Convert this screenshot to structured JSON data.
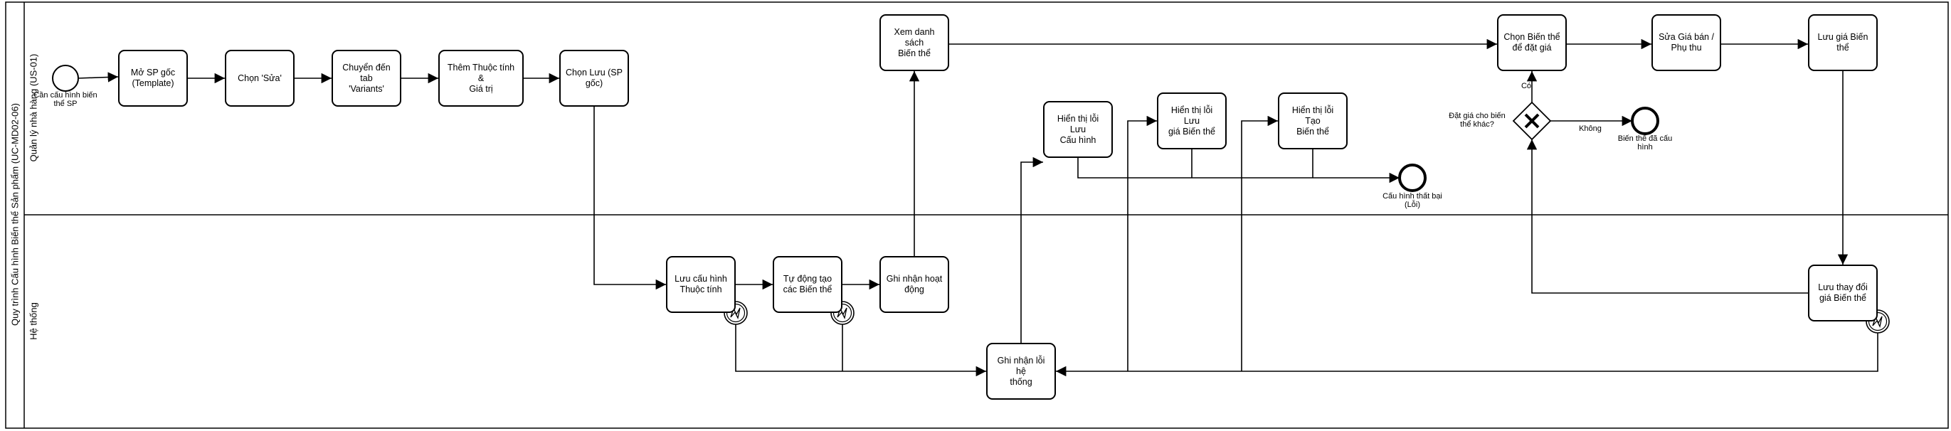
{
  "pool": {
    "title": "Quy trình Cấu hình Biến thể Sản phẩm (UC-MD02-06)"
  },
  "lanes": [
    {
      "id": "admin",
      "title": "Quản lý nhà hàng (US-01)"
    },
    {
      "id": "system",
      "title": "Hệ thống"
    }
  ],
  "tasks": [
    {
      "id": "t_open",
      "type": "user",
      "label": "Mở SP gốc\n(Template)"
    },
    {
      "id": "t_edit",
      "type": "user",
      "label": "Chọn 'Sửa'"
    },
    {
      "id": "t_variants_tab",
      "type": "user",
      "label": "Chuyển đến tab\n'Variants'"
    },
    {
      "id": "t_add_attr",
      "type": "user",
      "label": "Thêm Thuộc tính &\nGiá trị"
    },
    {
      "id": "t_save",
      "type": "user",
      "label": "Chọn Lưu (SP\ngốc)"
    },
    {
      "id": "t_view_list",
      "type": "user",
      "label": "Xem danh sách\nBiến thể"
    },
    {
      "id": "t_err_config",
      "type": "user",
      "label": "Hiển thị lỗi Lưu\nCấu hình"
    },
    {
      "id": "t_err_price",
      "type": "user",
      "label": "Hiển thị lỗi Lưu\ngiá Biến thể"
    },
    {
      "id": "t_err_create",
      "type": "user",
      "label": "Hiển thị lỗi Tạo\nBiến thể"
    },
    {
      "id": "t_pick_variant",
      "type": "user",
      "label": "Chọn Biến thể\nđể đặt giá"
    },
    {
      "id": "t_edit_price",
      "type": "user",
      "label": "Sửa Giá bán /\nPhụ thu"
    },
    {
      "id": "t_save_price",
      "type": "user",
      "label": "Lưu giá Biến\nthể"
    },
    {
      "id": "t_sys_save_attr",
      "type": "service",
      "label": "Lưu cấu hình\nThuộc tính"
    },
    {
      "id": "t_sys_gen",
      "type": "service",
      "label": "Tự động tạo\ncác Biến thể"
    },
    {
      "id": "t_sys_log",
      "type": "service",
      "label": "Ghi nhận hoạt\nđộng"
    },
    {
      "id": "t_sys_err",
      "type": "service",
      "label": "Ghi nhận lỗi hệ\nthống"
    },
    {
      "id": "t_sys_save_price",
      "type": "service",
      "label": "Lưu thay đổi\ngiá Biến thể"
    }
  ],
  "events": {
    "start": "Cần cấu hình biến\nthể SP",
    "end_fail": "Cấu hình thất bại\n(Lỗi)",
    "end_ok": "Biến thể đã cấu\nhình"
  },
  "gateway": {
    "question": "Đặt giá cho biến\nthể khác?",
    "yes": "Có",
    "no": "Không"
  },
  "icons": {
    "user_task": "user-icon",
    "service_task": "gear-icon",
    "error_boundary": "error-boundary-icon",
    "gateway": "exclusive-gateway-icon"
  },
  "colors": {
    "stroke": "#000000",
    "fill": "#ffffff"
  }
}
